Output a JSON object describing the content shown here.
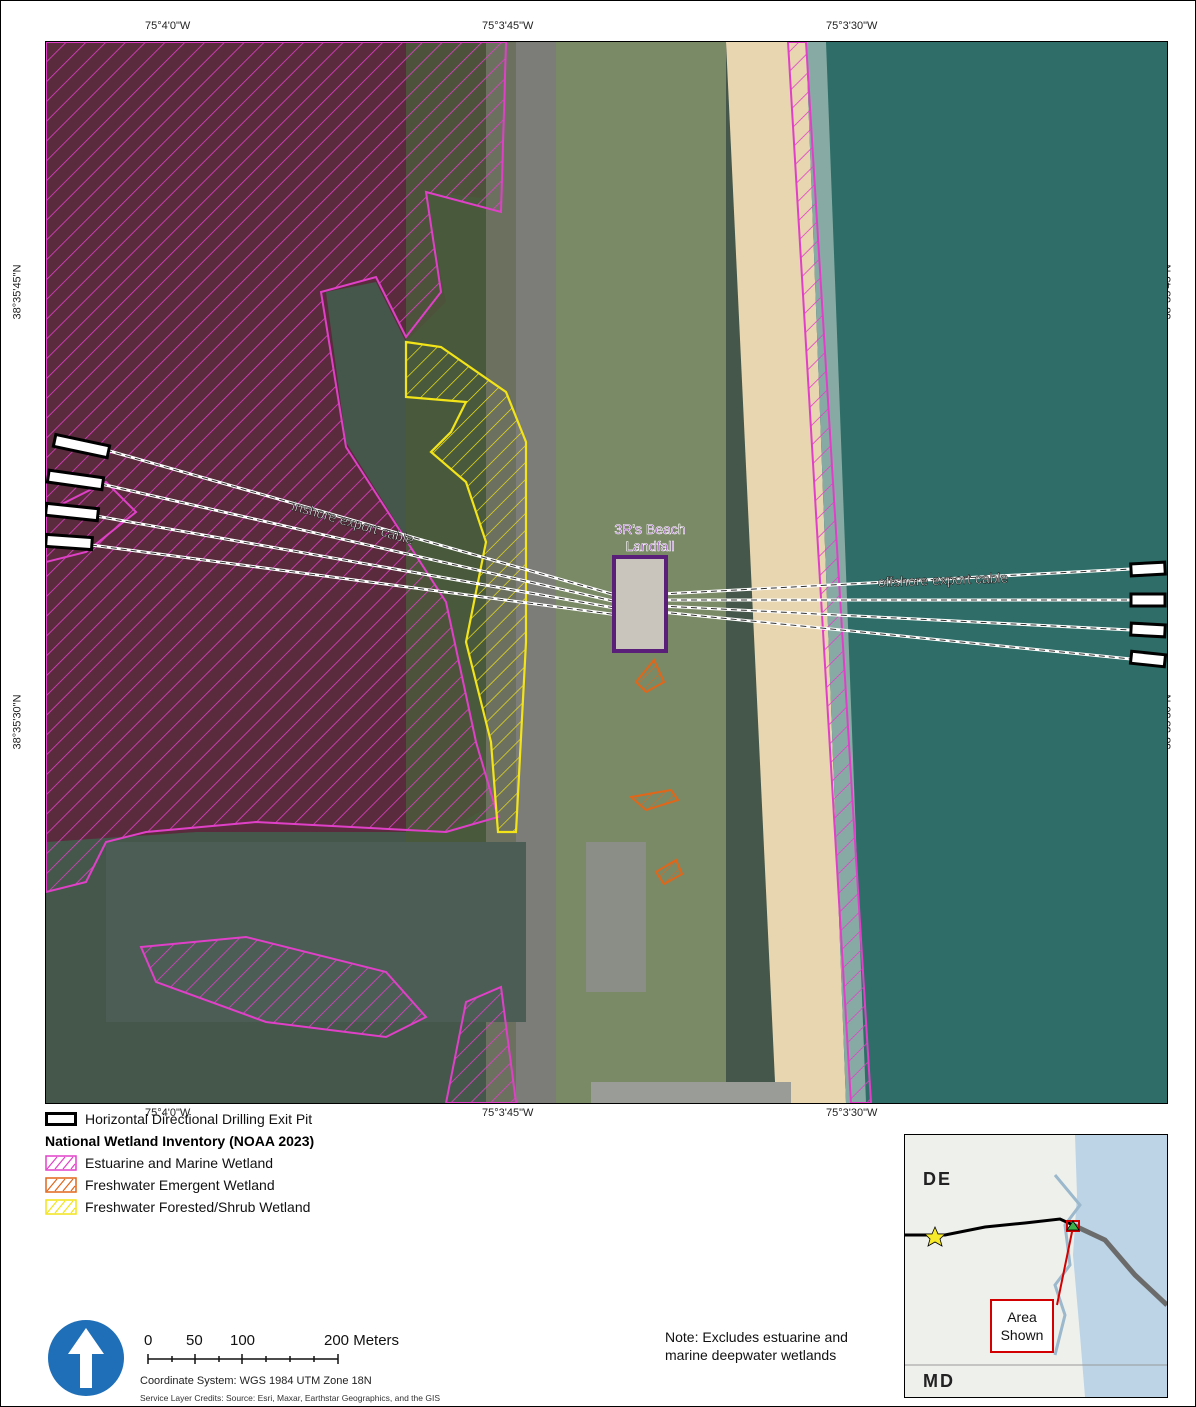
{
  "graticule": {
    "lon_ticks": [
      "75°4'0\"W",
      "75°3'45\"W",
      "75°3'30\"W"
    ],
    "lat_ticks": [
      "38°35'45\"N",
      "38°35'30\"N"
    ]
  },
  "map_labels": {
    "landfall_line1": "3R's Beach",
    "landfall_line2": "Landfall",
    "inshore_cable": "inshore export cable",
    "offshore_cable": "offshore export cable"
  },
  "legend": {
    "pit": "Horizontal Directional Drilling Exit Pit",
    "nwi_title": "National Wetland Inventory (NOAA 2023)",
    "items": [
      {
        "label": "Estuarine and Marine Wetland",
        "color": "#e040c8"
      },
      {
        "label": "Freshwater Emergent Wetland",
        "color": "#e0661a"
      },
      {
        "label": "Freshwater Forested/Shrub Wetland",
        "color": "#f2e418"
      }
    ]
  },
  "scale": {
    "labels": [
      "0",
      "50",
      "100",
      "200 Meters"
    ],
    "coordinate_system": "Coordinate System: WGS 1984 UTM Zone 18N",
    "credits": "Service Layer Credits: Source: Esri, Maxar, Earthstar Geographics, and the GIS"
  },
  "note": {
    "line1": "Note: Excludes estuarine and",
    "line2": "marine deepwater wetlands"
  },
  "inset": {
    "state_top": "DE",
    "state_bottom": "MD",
    "area_line1": "Area",
    "area_line2": "Shown"
  },
  "colors": {
    "estuarine": "#e040c8",
    "emergent": "#e0661a",
    "forested": "#f2e418",
    "landfall": "#5a1f78",
    "ocean": "#2f6e68",
    "beach": "#e8d6b0"
  },
  "icons": [
    "north-arrow-icon",
    "star-icon",
    "triangle-marker-icon"
  ]
}
